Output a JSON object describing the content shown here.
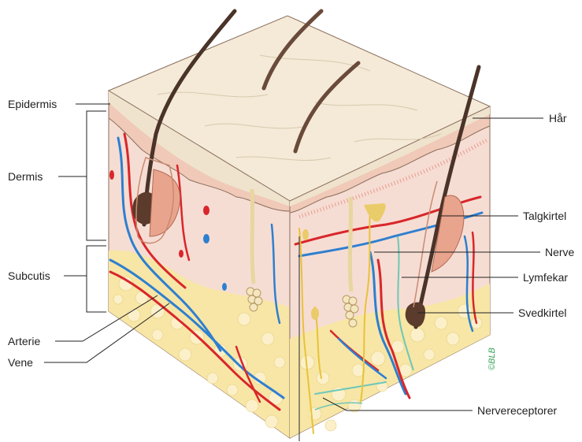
{
  "labels": {
    "left": {
      "epidermis": "Epidermis",
      "dermis": "Dermis",
      "subcutis": "Subcutis",
      "arterie": "Arterie",
      "vene": "Vene"
    },
    "right": {
      "har": "Hår",
      "talgkirtel": "Talgkirtel",
      "nerve": "Nerve",
      "lymfekar": "Lymfekar",
      "svedkirtel": "Svedkirtel",
      "nervereceptorer": "Nervereceptorer"
    }
  },
  "credit": "©BLB",
  "colors": {
    "epidermis": "#f1e5cf",
    "dermis": "#f6d9cf",
    "subcutis": "#f8e7a8",
    "artery": "#d9262b",
    "vein": "#2e7fd0",
    "nerve": "#e8c23a",
    "lymph": "#6ec7b8",
    "hair": "#4a3328",
    "credit": "#3aa35a"
  }
}
